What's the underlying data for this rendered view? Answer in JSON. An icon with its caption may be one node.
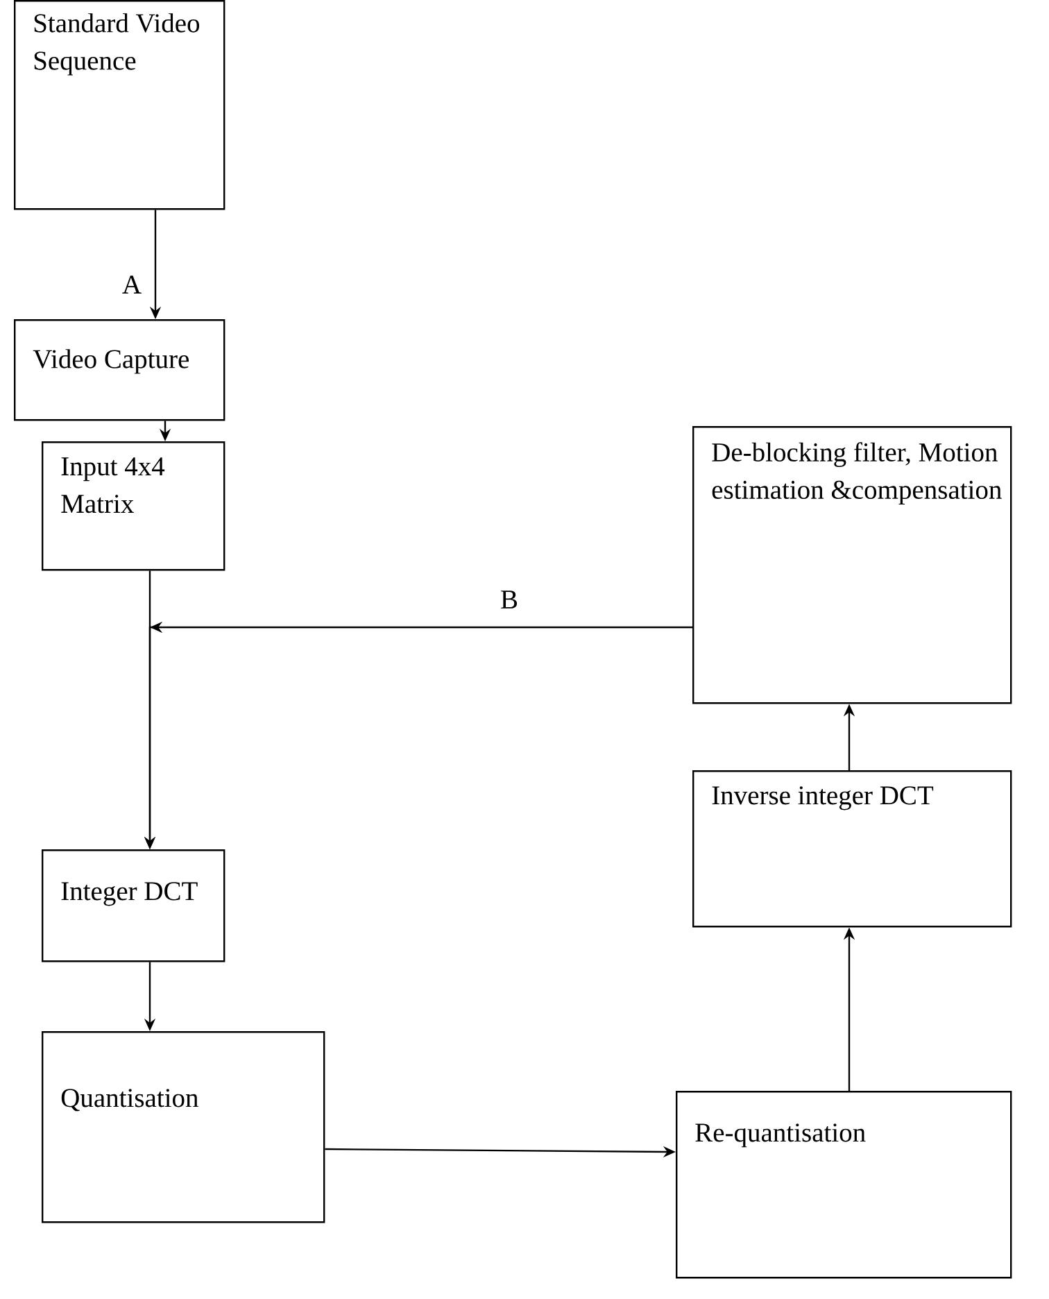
{
  "diagram": {
    "nodes": [
      {
        "text": [
          "Standard Video Sequence"
        ]
      },
      {
        "text": [
          "Video Capture"
        ]
      },
      {
        "text": [
          "Input 4x4 Matrix"
        ]
      },
      {
        "text": [
          "De-blocking filter, Motion estimation &compensation"
        ]
      },
      {
        "text": [
          "Integer DCT"
        ]
      },
      {
        "text": [
          "Quantisation"
        ]
      },
      {
        "text": [
          "Inverse integer DCT"
        ]
      },
      {
        "text": [
          "Re-quantisation"
        ]
      }
    ],
    "edges": [
      {
        "from": 0,
        "to": 1,
        "arrow": "to",
        "label": "A"
      },
      {
        "from": 1,
        "to": 2,
        "arrow": "to"
      },
      {
        "from": 2,
        "to": 4,
        "arrow": "to"
      },
      {
        "from": 3,
        "to": 4,
        "arrow": "to",
        "label": "B"
      },
      {
        "from": 4,
        "to": 5,
        "arrow": "to"
      },
      {
        "from": 5,
        "to": 7,
        "arrow": "to"
      },
      {
        "from": 7,
        "to": 6,
        "arrow": "to"
      },
      {
        "from": 6,
        "to": 3,
        "arrow": "to"
      }
    ]
  }
}
